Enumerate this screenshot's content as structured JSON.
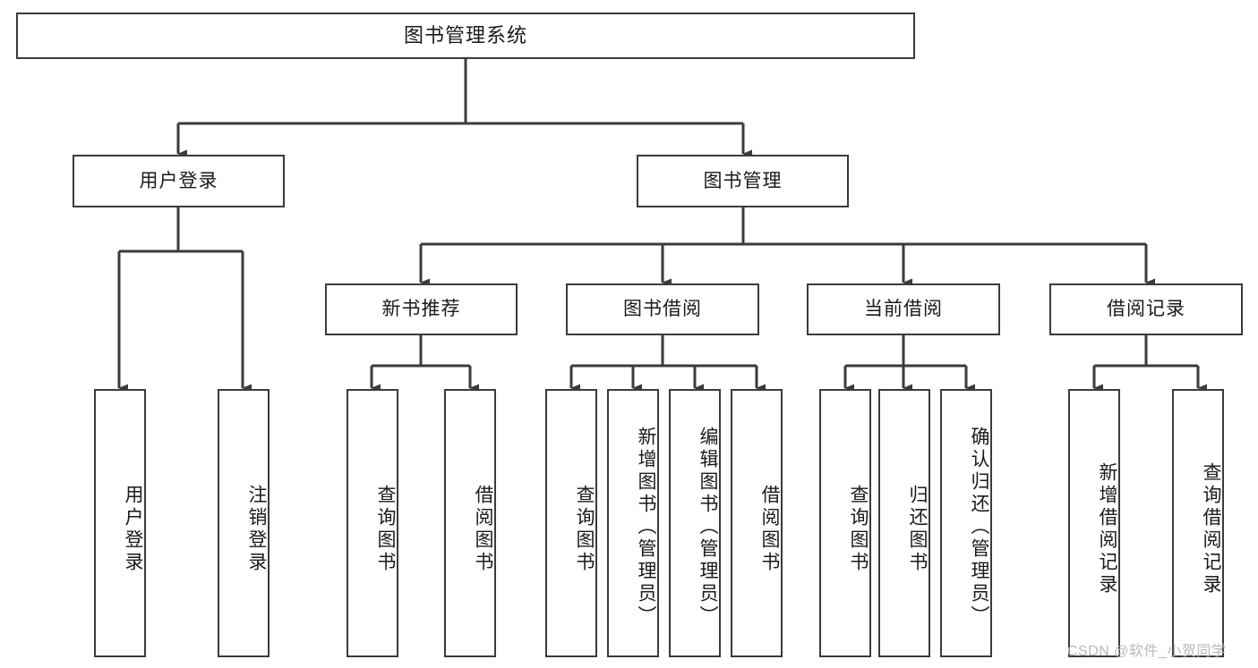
{
  "diagram": {
    "type": "tree",
    "title": "图书管理系统",
    "orientation": "top-down",
    "stroke_color": "#3b3b3b",
    "fill_color": "#ffffff",
    "text_color": "#1a1a1a"
  },
  "nodes": {
    "root": {
      "label": "图书管理系统",
      "level": 1
    },
    "l2": [
      {
        "label": "用户登录",
        "level": 2
      },
      {
        "label": "图书管理",
        "level": 2
      }
    ],
    "l3": [
      {
        "label": "新书推荐",
        "level": 3
      },
      {
        "label": "图书借阅",
        "level": 3
      },
      {
        "label": "当前借阅",
        "level": 3
      },
      {
        "label": "借阅记录",
        "level": 3
      }
    ],
    "leaves": {
      "user_login": [
        {
          "label": "用户登录"
        },
        {
          "label": "注销登录"
        }
      ],
      "new_book_recommend": [
        {
          "label": "查询图书"
        },
        {
          "label": "借阅图书"
        }
      ],
      "book_borrow": [
        {
          "label": "查询图书"
        },
        {
          "label": "新增图书（管理员）"
        },
        {
          "label": "编辑图书（管理员）"
        },
        {
          "label": "借阅图书"
        }
      ],
      "current_borrow": [
        {
          "label": "查询图书"
        },
        {
          "label": "归还图书"
        },
        {
          "label": "确认归还（管理员）"
        }
      ],
      "borrow_record": [
        {
          "label": "新增借阅记录"
        },
        {
          "label": "查询借阅记录"
        }
      ]
    }
  },
  "watermark": {
    "text": "CSDN @软件_小贺同学"
  }
}
